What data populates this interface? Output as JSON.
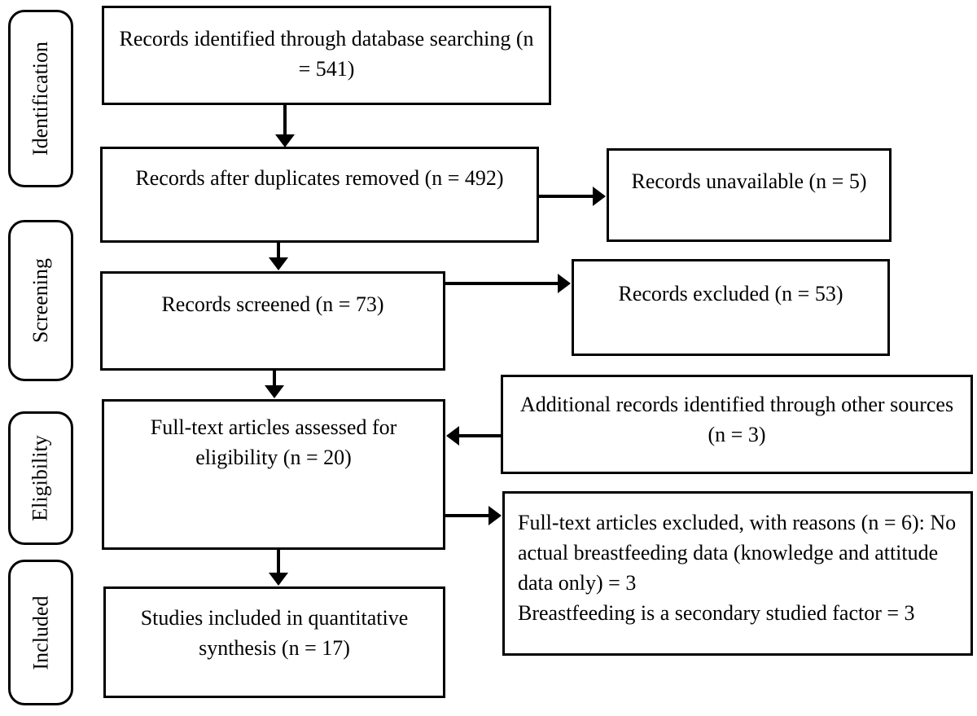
{
  "stages": {
    "identification": "Identification",
    "screening": "Screening",
    "eligibility": "Eligibility",
    "included": "Included"
  },
  "boxes": {
    "identified": "Records identified through database searching (n = 541)",
    "duplicates_removed": "Records after duplicates removed (n = 492)",
    "records_unavailable": "Records unavailable (n = 5)",
    "screened": "Records screened (n = 73)",
    "records_excluded": "Records excluded (n = 53)",
    "fulltext_assessed": "Full-text articles assessed for eligibility (n = 20)",
    "additional_records": "Additional records identified through other sources (n = 3)",
    "fulltext_excluded_line1": "Full-text articles excluded, with reasons (n = 6): No actual breastfeeding data (knowledge and attitude data only) = 3",
    "fulltext_excluded_line2": "Breastfeeding is a secondary studied factor = 3",
    "included_synthesis": "Studies included in quantitative synthesis (n = 17)"
  },
  "counts": {
    "identified": 541,
    "after_duplicates": 492,
    "unavailable": 5,
    "screened": 73,
    "excluded": 53,
    "fulltext_assessed": 20,
    "additional_sources": 3,
    "fulltext_excluded": 6,
    "no_breastfeeding_data": 3,
    "secondary_factor": 3,
    "included_quantitative": 17
  },
  "colors": {
    "line": "#000000",
    "text": "#000000",
    "background": "#ffffff"
  }
}
